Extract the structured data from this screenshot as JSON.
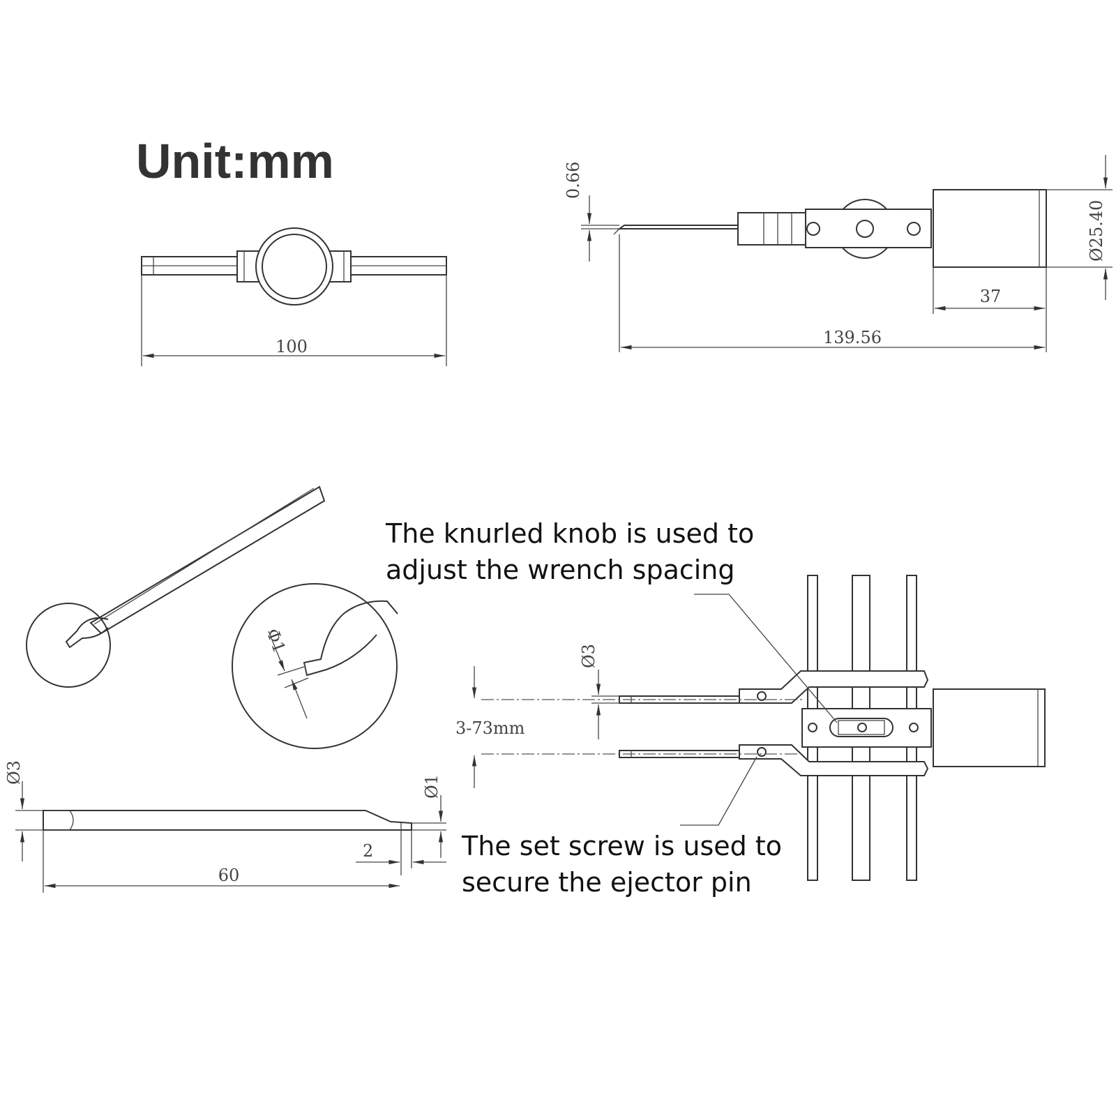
{
  "title": "Unit:mm",
  "dimensions": {
    "wrench_length": "100",
    "pin_diameter_top": "0.66",
    "body_diameter": "Ø25.40",
    "knob_length": "37",
    "total_length": "139.56",
    "pin_detail_diameter": "Φ1",
    "pin_shank_diameter": "Ø3",
    "pin_tip_diameter": "Ø1",
    "pin_tip_length": "2",
    "pin_length": "60",
    "ejector_diameter": "Ø3",
    "spacing_range": "3-73mm"
  },
  "annotations": {
    "knob_line1": "The knurled knob is used to",
    "knob_line2": "adjust the wrench spacing",
    "screw_line1": "The set screw is used to",
    "screw_line2": "secure the ejector pin"
  }
}
